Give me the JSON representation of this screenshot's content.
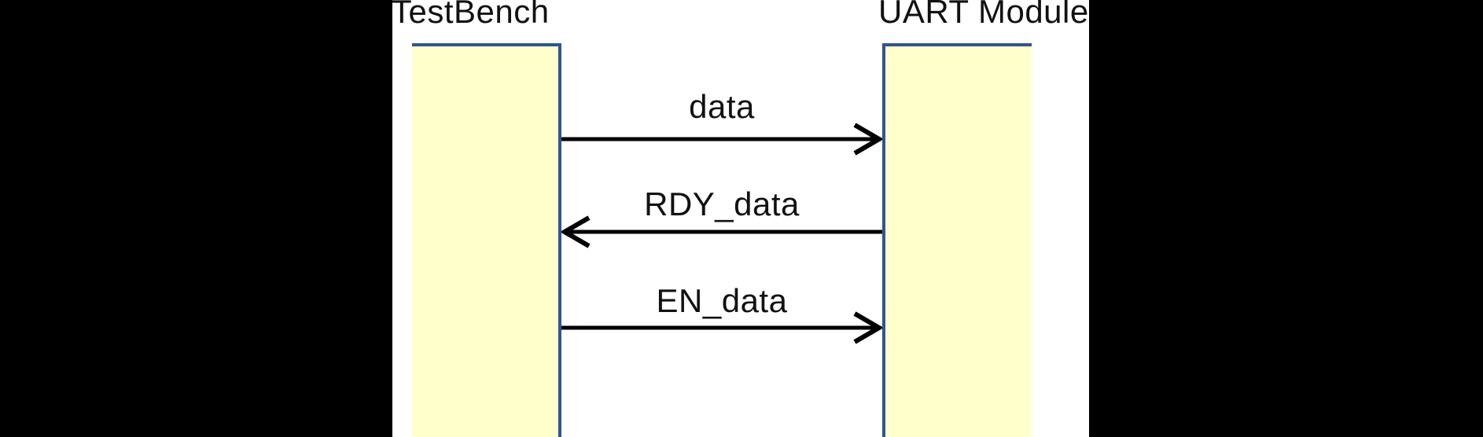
{
  "diagram": {
    "type": "sequence-diagram",
    "participants": [
      {
        "label": "TestBench"
      },
      {
        "label": "UART Module"
      }
    ],
    "messages": [
      {
        "label": "data",
        "direction": "right",
        "from": "TestBench",
        "to": "UART Module"
      },
      {
        "label": "RDY_data",
        "direction": "left",
        "from": "UART Module",
        "to": "TestBench"
      },
      {
        "label": "EN_data",
        "direction": "right",
        "from": "TestBench",
        "to": "UART Module"
      }
    ],
    "colors": {
      "box_fill": "#FFFFCC",
      "box_border": "#2F5496",
      "arrow": "#000000",
      "text": "#111111",
      "background": "#FFFFFF",
      "letterbox": "#000000"
    }
  }
}
